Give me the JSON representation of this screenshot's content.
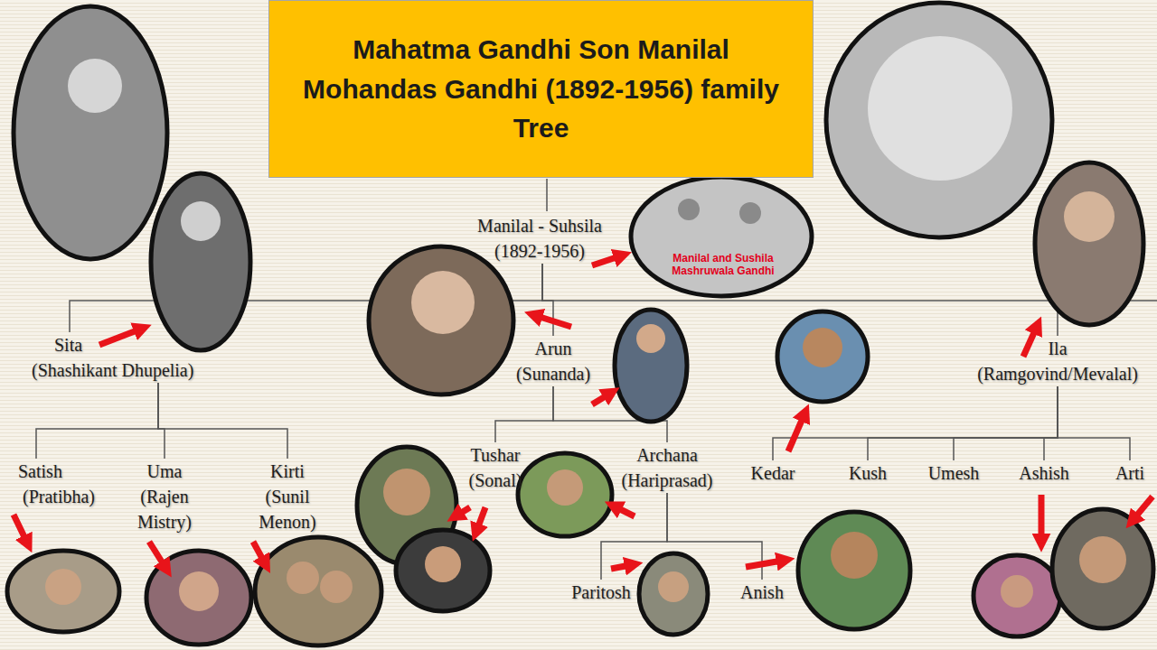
{
  "diagram": {
    "title": "Mahatma Gandhi Son Manilal Mohandas Gandhi (1892-1956) family Tree",
    "nodes": [
      {
        "text": [
          "Manilal - Suhsila (1892-1956)"
        ]
      },
      {
        "text": [
          "Sita",
          "(Shashikant Dhupelia)"
        ]
      },
      {
        "text": [
          "Arun",
          "(Sunanda)"
        ]
      },
      {
        "text": [
          "Ila",
          "(Ramgovind/Mevalal)"
        ]
      },
      {
        "text": [
          "Satish",
          "(Pratibha)"
        ]
      },
      {
        "text": [
          "Uma",
          "(Rajen Mistry)"
        ]
      },
      {
        "text": [
          "Kirti",
          "(Sunil Menon)"
        ]
      },
      {
        "text": [
          "Tushar",
          "(Sonal)"
        ]
      },
      {
        "text": [
          "Archana",
          "(Hariprasad)"
        ]
      },
      {
        "text": [
          "Paritosh"
        ]
      },
      {
        "text": [
          "Anish"
        ]
      },
      {
        "text": [
          "Kedar"
        ]
      },
      {
        "text": [
          "Kush"
        ]
      },
      {
        "text": [
          "Umesh"
        ]
      },
      {
        "text": [
          "Ashish"
        ]
      },
      {
        "text": [
          "Arti"
        ]
      }
    ],
    "edges": [
      {
        "from": 0,
        "to": 1,
        "arrow": "none"
      },
      {
        "from": 0,
        "to": 2,
        "arrow": "none"
      },
      {
        "from": 0,
        "to": 3,
        "arrow": "none"
      },
      {
        "from": 1,
        "to": 4,
        "arrow": "none"
      },
      {
        "from": 1,
        "to": 5,
        "arrow": "none"
      },
      {
        "from": 1,
        "to": 6,
        "arrow": "none"
      },
      {
        "from": 2,
        "to": 7,
        "arrow": "none"
      },
      {
        "from": 2,
        "to": 8,
        "arrow": "none"
      },
      {
        "from": 8,
        "to": 9,
        "arrow": "none"
      },
      {
        "from": 8,
        "to": 10,
        "arrow": "none"
      },
      {
        "from": 3,
        "to": 11,
        "arrow": "none"
      },
      {
        "from": 3,
        "to": 12,
        "arrow": "none"
      },
      {
        "from": 3,
        "to": 13,
        "arrow": "none"
      },
      {
        "from": 3,
        "to": 14,
        "arrow": "none"
      },
      {
        "from": 3,
        "to": 15,
        "arrow": "none"
      }
    ],
    "labels": [
      "Manilal and Sushila Mashruwala Gandhi"
    ]
  }
}
